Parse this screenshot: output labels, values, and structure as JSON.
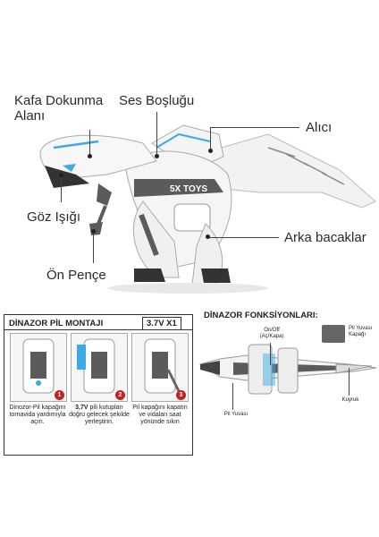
{
  "callouts": {
    "head_touch": "Kafa Dokunma\nAlanı",
    "sound_hole": "Ses Boşluğu",
    "receiver": "Alıcı",
    "eye_light": "Göz Işığı",
    "rear_legs": "Arka bacaklar",
    "front_claw": "Ön Pençe"
  },
  "robot_text": {
    "brand": "5X TOYS",
    "chest": "5X TOYS"
  },
  "battery_panel": {
    "title": "DİNAZOR PİL MONTAJI",
    "battery_spec": "3.7V X1",
    "steps": [
      {
        "number": "1",
        "text": "Dinozor-Pil kapağını tornavida yardımıyla açın."
      },
      {
        "number": "2",
        "text_bold": "3,7V",
        "text": " pili kutupları doğru gelecek şekilde yerleştirin."
      },
      {
        "number": "3",
        "text": "Pil kapağını kapatın ve vidaları saat yönünde sıkın"
      }
    ]
  },
  "function_panel": {
    "title": "DİNAZOR FONKSİYONLARI:",
    "labels": {
      "onoff": "On/Off\n(Aç/Kapa)",
      "battery_cover": "Pil Yuvası\nKapağı",
      "battery_slot": "Pil Yuvası",
      "tail": "Kuyruk"
    }
  },
  "colors": {
    "accent_blue": "#3fa9e6",
    "badge_red": "#c8201e",
    "body_white": "#f4f4f4",
    "body_grey": "#5b5b5b"
  }
}
